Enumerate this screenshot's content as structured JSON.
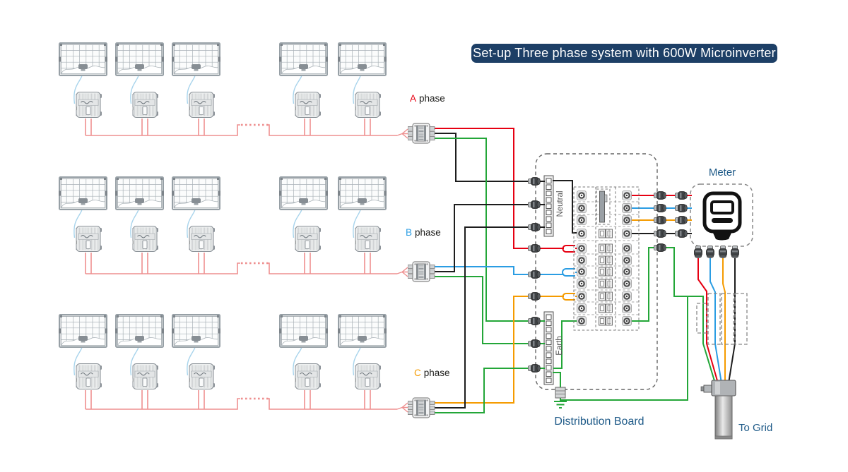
{
  "banner": {
    "text": "Set-up Three phase system with 600W Microinverter",
    "bg_color": "#1d3f66",
    "text_color": "#ffffff"
  },
  "phase_rows": [
    {
      "letter": "A",
      "word": "phase",
      "letter_color": "#e60012",
      "wire_color": "#e60012",
      "solar_panels": 5,
      "microinverters": 5
    },
    {
      "letter": "B",
      "word": "phase",
      "letter_color": "#2b9de3",
      "wire_color": "#2b9de3",
      "solar_panels": 5,
      "microinverters": 5
    },
    {
      "letter": "C",
      "word": "phase",
      "letter_color": "#f59b00",
      "wire_color": "#f59b00",
      "solar_panels": 5,
      "microinverters": 5
    }
  ],
  "distribution_board": {
    "label": "Distribution Board",
    "neutral_bus_label": "Neutral",
    "earth_bus_label": "Earth",
    "breaker_rows": 11,
    "phase_input_colors": [
      "#e60012",
      "#2b9de3",
      "#f59b00"
    ],
    "neutral_wire_color": "#1d1d1d",
    "earth_wire_color": "#23a638"
  },
  "meter": {
    "label": "Meter"
  },
  "to_grid": {
    "label": "To Grid"
  },
  "colors": {
    "trunk_cable": "#ee8f8f",
    "dc_cable": "#a8d4ec",
    "label_blue": "#1e5a88",
    "banner_navy": "#1d3f66"
  }
}
